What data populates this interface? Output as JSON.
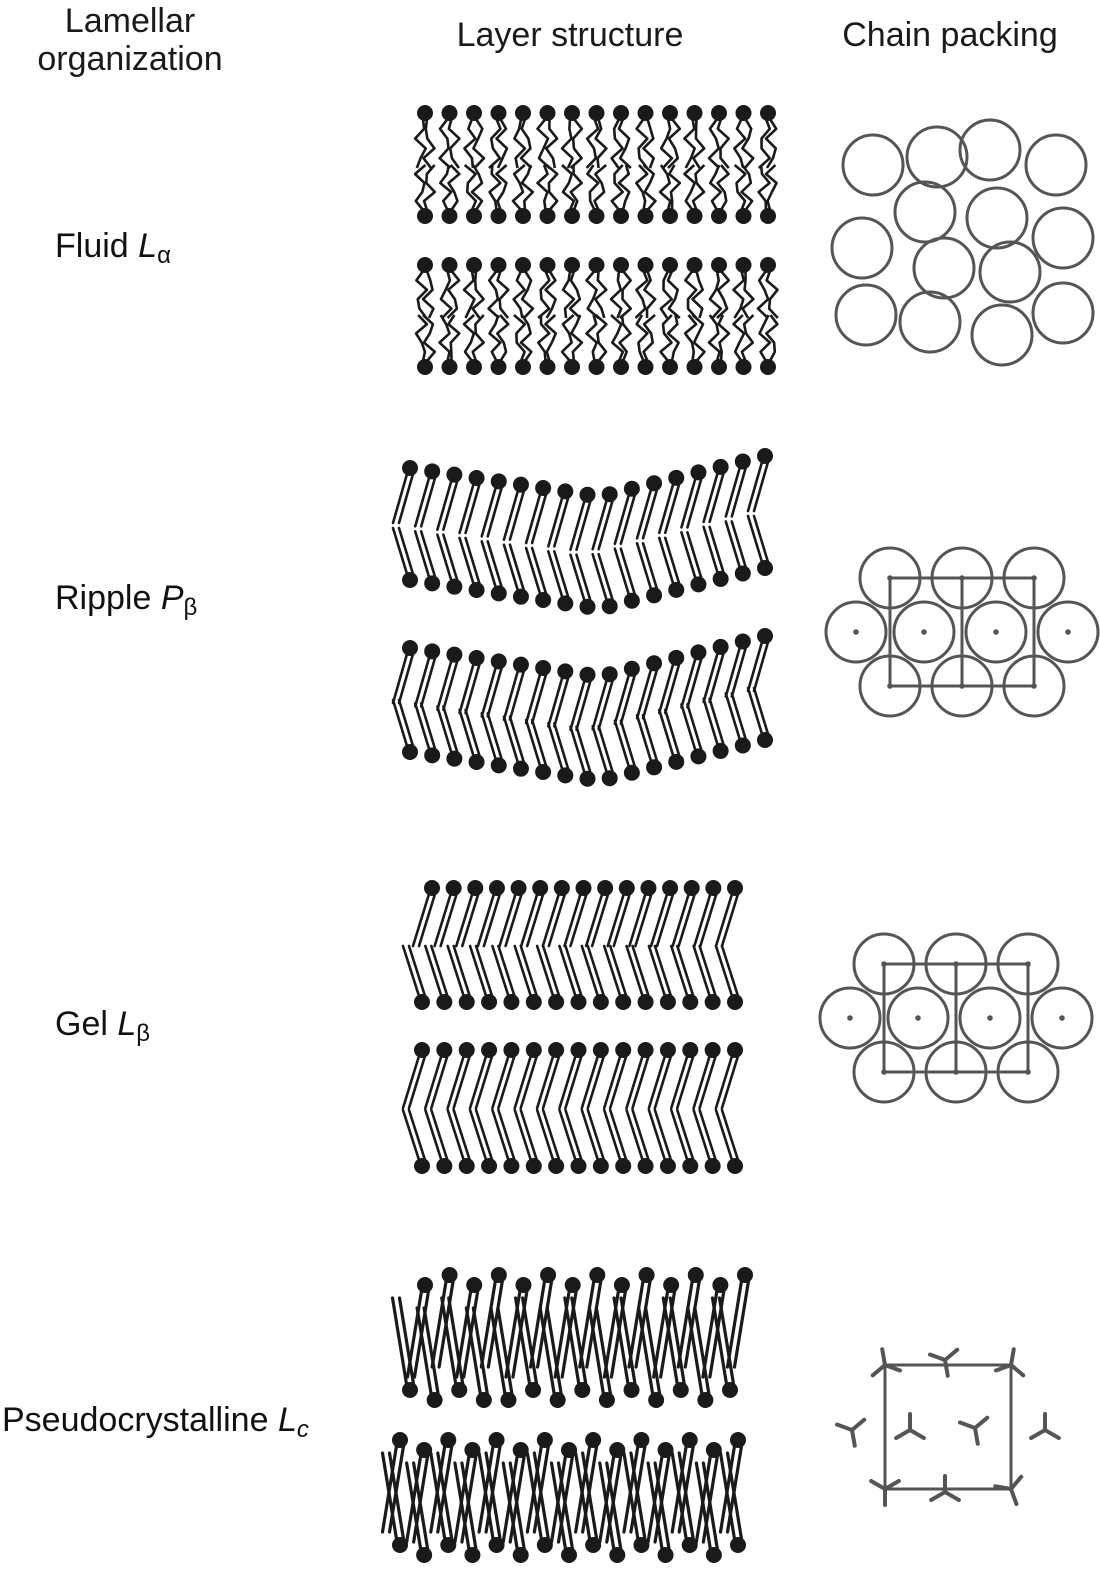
{
  "headers": {
    "col1_line1": "Lamellar",
    "col1_line2": "organization",
    "col2": "Layer structure",
    "col3": "Chain packing"
  },
  "phases": [
    {
      "name": "Fluid",
      "symbol": "L",
      "subscript": "α"
    },
    {
      "name": "Ripple",
      "symbol": "P",
      "subscript": "β"
    },
    {
      "name": "Gel",
      "symbol": "L",
      "subscript": "β"
    },
    {
      "name": "Pseudocrystalline",
      "symbol": "L",
      "subscript": "c"
    }
  ],
  "colors": {
    "ink": "#1a1a1a",
    "packing": "#555555"
  }
}
